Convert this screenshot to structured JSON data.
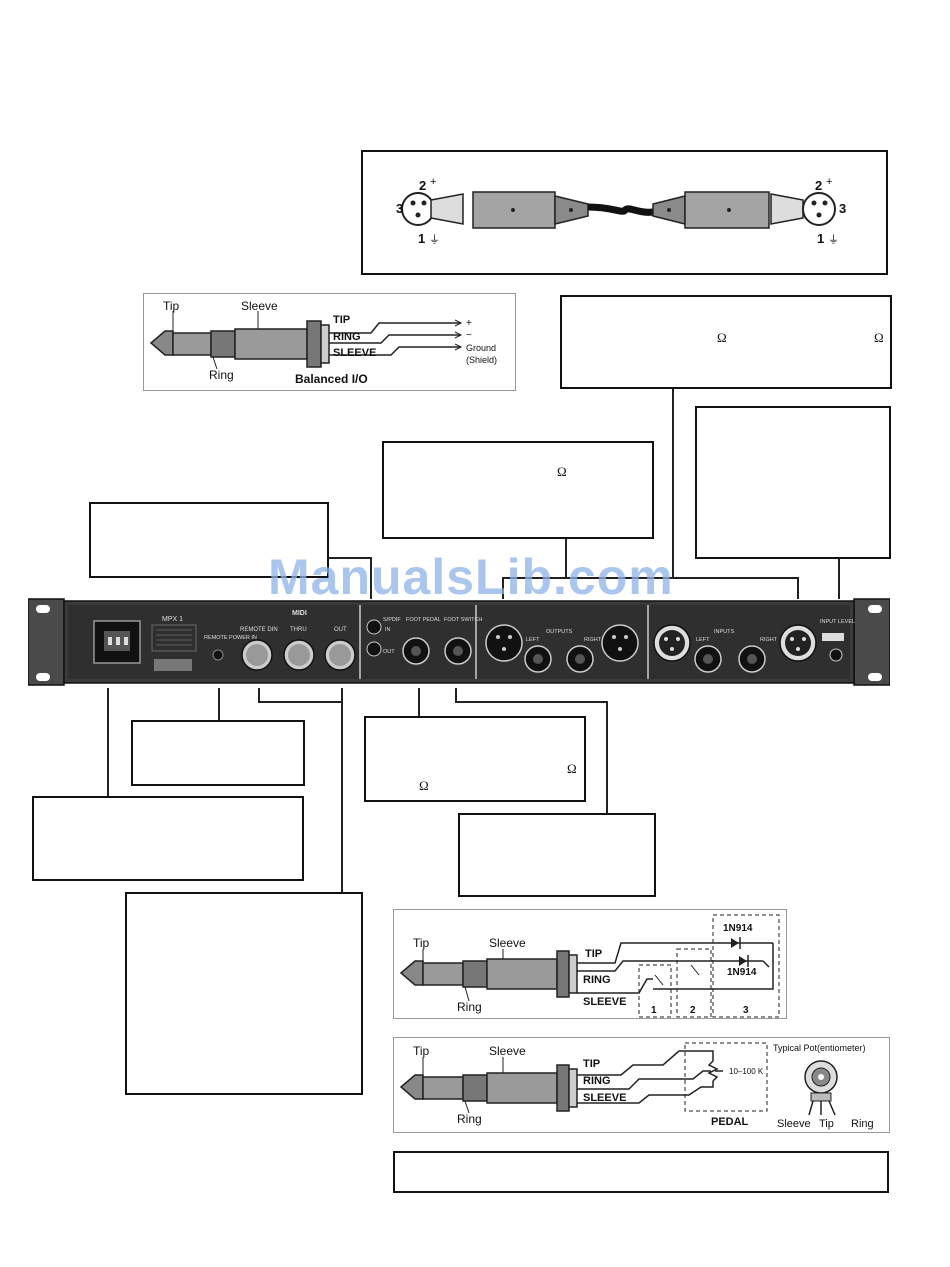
{
  "watermark": "ManualsLib.com",
  "omega": "Ω",
  "xlr_pins": {
    "pin2": "2",
    "plus": "+",
    "pin3": "3",
    "pin1": "1",
    "minus": "−"
  },
  "balanced_plug": {
    "tip": "Tip",
    "sleeve": "Sleeve",
    "ring": "Ring",
    "tip_wire": "TIP",
    "ring_wire": "RING",
    "sleeve_wire": "SLEEVE",
    "plus": "+",
    "minus": "−",
    "ground": "Ground",
    "shield": "(Shield)",
    "caption": "Balanced I/O"
  },
  "rear_panel": {
    "model": "MPX 1",
    "remote_power": "REMOTE POWER IN",
    "remote_din": "REMOTE DIN",
    "midi": "MIDI",
    "midi_thru": "THRU",
    "midi_out": "OUT",
    "spdif": "S/PDIF",
    "spdif_in": "IN",
    "spdif_out": "OUT",
    "foot_pedal": "FOOT PEDAL",
    "foot_switch": "FOOT SWITCH",
    "outputs": "OUTPUTS",
    "inputs": "INPUTS",
    "left": "LEFT",
    "right": "RIGHT",
    "input_level": "INPUT LEVEL"
  },
  "switch_diagram": {
    "tip": "Tip",
    "sleeve": "Sleeve",
    "ring": "Ring",
    "tip_wire": "TIP",
    "ring_wire": "RING",
    "sleeve_wire": "SLEEVE",
    "diode_top": "1N914",
    "diode_bottom": "1N914",
    "switch_1": "1",
    "switch_2": "2",
    "switch_3": "3"
  },
  "pedal_diagram": {
    "tip": "Tip",
    "sleeve": "Sleeve",
    "ring": "Ring",
    "tip_wire": "TIP",
    "ring_wire": "RING",
    "sleeve_wire": "SLEEVE",
    "pot_value": "10–100 K",
    "pedal": "PEDAL",
    "typical_pot": "Typical Pot(entiometer)",
    "pot_sleeve": "Sleeve",
    "pot_tip": "Tip",
    "pot_ring": "Ring"
  }
}
